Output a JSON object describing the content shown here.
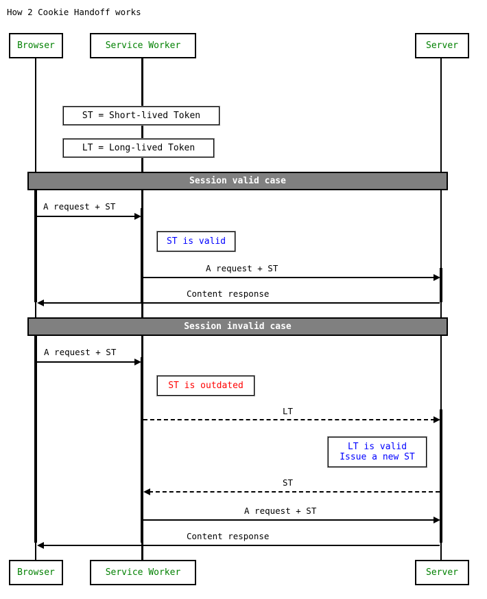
{
  "diagram": {
    "title": "How 2 Cookie Handoff works",
    "type": "sequence-diagram",
    "colors": {
      "participant_text": "#008000",
      "note_info_text": "#0000ff",
      "note_error_text": "#ff0000",
      "divider_background": "#808080",
      "divider_text": "#ffffff",
      "line": "#000000",
      "background": "#ffffff"
    }
  },
  "participants": [
    {
      "id": "browser",
      "label": "Browser"
    },
    {
      "id": "service_worker",
      "label": "Service Worker"
    },
    {
      "id": "server",
      "label": "Server"
    }
  ],
  "legend_notes": [
    {
      "id": "legend-st",
      "text": "ST = Short-lived Token"
    },
    {
      "id": "legend-lt",
      "text": "LT = Long-lived Token"
    }
  ],
  "groups": [
    {
      "id": "group-valid",
      "label": "Session valid case"
    },
    {
      "id": "group-invalid",
      "label": "Session invalid case"
    }
  ],
  "messages": [
    {
      "id": "m1",
      "label": "A request + ST",
      "from": "browser",
      "to": "service_worker",
      "style": "solid",
      "direction": "right"
    },
    {
      "id": "m2",
      "label": "A request + ST",
      "from": "service_worker",
      "to": "server",
      "style": "solid",
      "direction": "right"
    },
    {
      "id": "m3",
      "label": "Content response",
      "from": "server",
      "to": "browser",
      "style": "solid",
      "direction": "left"
    },
    {
      "id": "m4",
      "label": "A request + ST",
      "from": "browser",
      "to": "service_worker",
      "style": "solid",
      "direction": "right"
    },
    {
      "id": "m5",
      "label": "LT",
      "from": "service_worker",
      "to": "server",
      "style": "dashed",
      "direction": "right"
    },
    {
      "id": "m6",
      "label": "ST",
      "from": "server",
      "to": "service_worker",
      "style": "dashed",
      "direction": "left"
    },
    {
      "id": "m7",
      "label": "A request + ST",
      "from": "service_worker",
      "to": "server",
      "style": "solid",
      "direction": "right"
    },
    {
      "id": "m8",
      "label": "Content response",
      "from": "server",
      "to": "browser",
      "style": "solid",
      "direction": "left"
    }
  ],
  "notes": [
    {
      "id": "note-st-valid",
      "kind": "info",
      "lines": [
        "ST is valid"
      ]
    },
    {
      "id": "note-st-outdated",
      "kind": "error",
      "lines": [
        "ST is outdated"
      ]
    },
    {
      "id": "note-lt-valid",
      "kind": "info",
      "lines": [
        "LT is valid",
        "Issue a new ST"
      ]
    }
  ]
}
